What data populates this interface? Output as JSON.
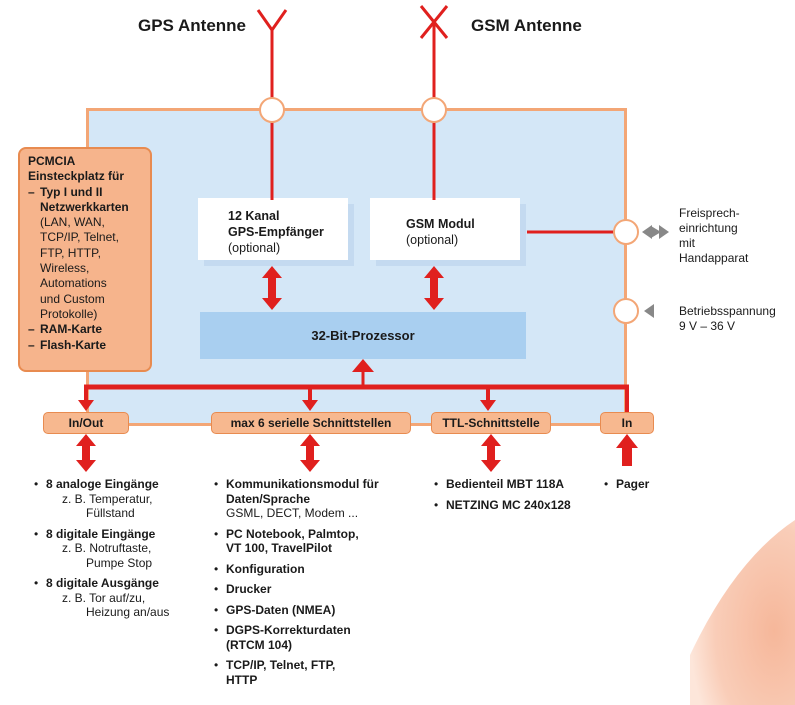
{
  "antennas": {
    "gps": "GPS Antenne",
    "gsm": "GSM Antenne"
  },
  "pcmcia": {
    "title": "PCMCIA",
    "subtitle": "Einsteckplatz für",
    "type_label": "Typ I und II",
    "network_label": "Netzwerkkarten",
    "network_details": [
      "(LAN, WAN,",
      "TCP/IP, Telnet,",
      "FTP, HTTP,",
      "Wireless,",
      "Automations",
      "und Custom",
      "Protokolle)"
    ],
    "ram": "RAM-Karte",
    "flash": "Flash-Karte"
  },
  "modules": {
    "gps_line1": "12 Kanal",
    "gps_line2": "GPS-Empfänger",
    "gps_opt": "(optional)",
    "gsm_line1": "GSM Modul",
    "gsm_opt": "(optional)",
    "processor": "32-Bit-Prozessor"
  },
  "right_side": {
    "handset": [
      "Freisprech-",
      "einrichtung",
      "mit",
      "Handapparat"
    ],
    "power": [
      "Betriebsspannung",
      "9 V – 36 V"
    ]
  },
  "ports": {
    "inout": "In/Out",
    "serial": "max 6 serielle Schnittstellen",
    "ttl": "TTL-Schnittstelle",
    "in": "In"
  },
  "lists": {
    "inout": [
      {
        "main": "8 analoge Eingänge",
        "details": [
          "z. B. Temperatur,",
          "Füllstand"
        ]
      },
      {
        "main": "8 digitale Eingänge",
        "details": [
          "z. B. Notruftaste,",
          "Pumpe Stop"
        ]
      },
      {
        "main": "8 digitale Ausgänge",
        "details": [
          "z. B. Tor auf/zu,",
          "Heizung an/aus"
        ]
      }
    ],
    "serial": [
      {
        "main": [
          "Kommunikationsmodul für",
          "Daten/Sprache"
        ],
        "details": [
          "GSML, DECT, Modem ..."
        ]
      },
      {
        "main": [
          "PC Notebook, Palmtop,",
          "VT 100, TravelPilot"
        ],
        "details": []
      },
      {
        "main": [
          "Konfiguration"
        ],
        "details": []
      },
      {
        "main": [
          "Drucker"
        ],
        "details": []
      },
      {
        "main": [
          "GPS-Daten (NMEA)"
        ],
        "details": []
      },
      {
        "main": [
          "DGPS-Korrekturdaten",
          "(RTCM 104)"
        ],
        "details": []
      },
      {
        "main": [
          "TCP/IP, Telnet, FTP,",
          "HTTP"
        ],
        "details": []
      }
    ],
    "ttl": [
      {
        "main": "Bedienteil MBT 118A"
      },
      {
        "main": "NETZING MC 240x128"
      }
    ],
    "in": [
      {
        "main": "Pager"
      }
    ]
  },
  "colors": {
    "line": "#e0201e",
    "box": "#d4e7f7",
    "border": "#f3a676",
    "port": "#f7b88f",
    "processor": "#a9cff0"
  }
}
